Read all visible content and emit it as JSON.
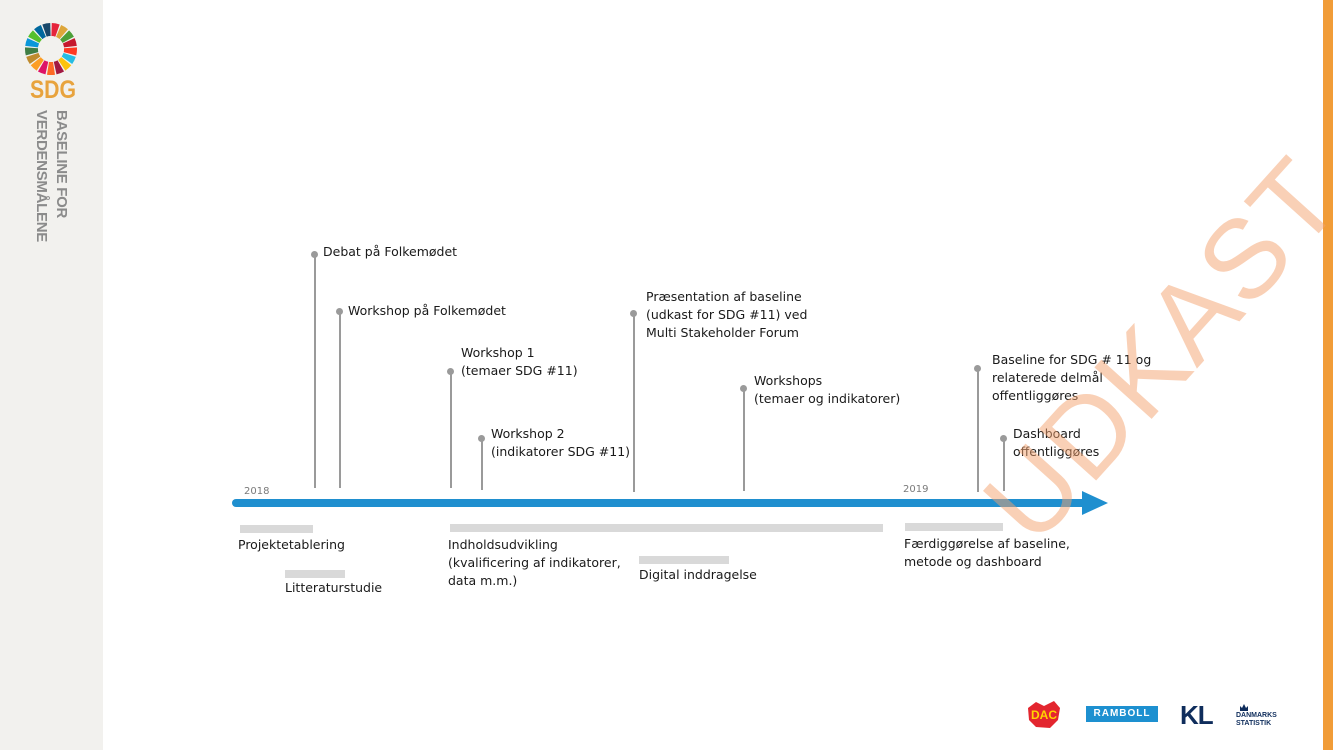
{
  "brand": {
    "sdg_label": "SDG",
    "subtitle_line1": "BASELINE FOR",
    "subtitle_line2": "VERDENSMÅLENE",
    "accent_color": "#f19c38",
    "timeline_color": "#1f8fcf",
    "icon": "sdg-wheel-icon"
  },
  "timeline": {
    "year_start": "2018",
    "year_end": "2019",
    "milestones": [
      {
        "id": "debat",
        "lines": [
          "Debat på Folkemødet"
        ]
      },
      {
        "id": "workshop-folkemodet",
        "lines": [
          "Workshop på Folkemødet"
        ]
      },
      {
        "id": "workshop-1",
        "lines": [
          "Workshop 1",
          "(temaer SDG #11)"
        ]
      },
      {
        "id": "workshop-2",
        "lines": [
          "Workshop 2",
          "(indikatorer SDG #11)"
        ]
      },
      {
        "id": "praesentation",
        "lines": [
          "Præsentation af baseline",
          "(udkast for SDG #11) ved",
          "Multi Stakeholder Forum"
        ]
      },
      {
        "id": "workshops",
        "lines": [
          "Workshops",
          "(temaer og indikatorer)"
        ]
      },
      {
        "id": "baseline-offentliggores",
        "lines": [
          "Baseline for SDG # 11 og",
          "relaterede delmål",
          "offentliggøres"
        ]
      },
      {
        "id": "dashboard-offentliggores",
        "lines": [
          "Dashboard",
          "offentliggøres"
        ]
      }
    ],
    "phases": [
      {
        "id": "projektetablering",
        "lines": [
          "Projektetablering"
        ]
      },
      {
        "id": "litteraturstudie",
        "lines": [
          "Litteraturstudie"
        ]
      },
      {
        "id": "indholdsudvikling",
        "lines": [
          "Indholdsudvikling",
          "(kvalificering af indikatorer,",
          "data m.m.)"
        ]
      },
      {
        "id": "digital-inddragelse",
        "lines": [
          "Digital inddragelse"
        ]
      },
      {
        "id": "faerdiggorelse",
        "lines": [
          "Færdiggørelse af baseline,",
          "metode og dashboard"
        ]
      }
    ]
  },
  "watermark": "UDKAST",
  "logos": {
    "dac": "DAC",
    "ramboll": "RAMBOLL",
    "kl": "KL",
    "dst_line1": "DANMARKS",
    "dst_line2": "STATISTIK"
  }
}
